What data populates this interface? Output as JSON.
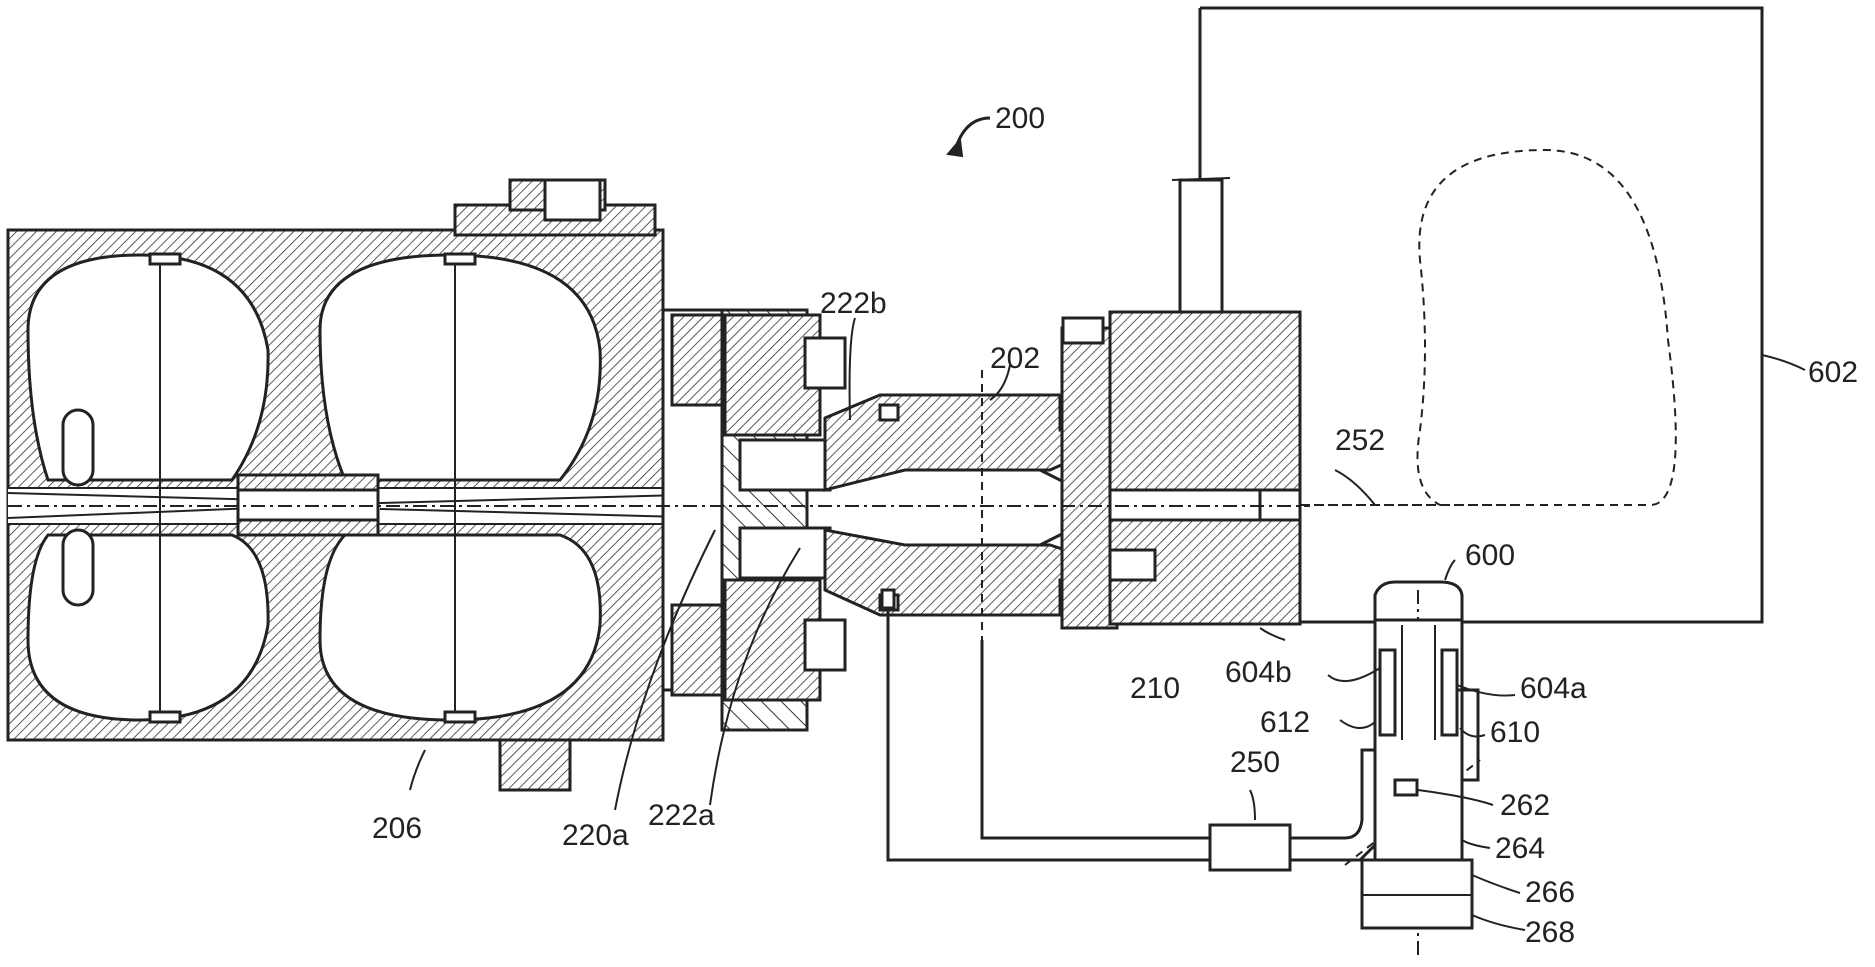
{
  "figure": {
    "labels": {
      "l200": "200",
      "l202": "202",
      "l206": "206",
      "l210": "210",
      "l220a": "220a",
      "l222a": "222a",
      "l222b": "222b",
      "l250": "250",
      "l252": "252",
      "l262": "262",
      "l264": "264",
      "l266": "266",
      "l268": "268",
      "l600": "600",
      "l602": "602",
      "l604a": "604a",
      "l604b": "604b",
      "l610": "610",
      "l612": "612"
    }
  }
}
